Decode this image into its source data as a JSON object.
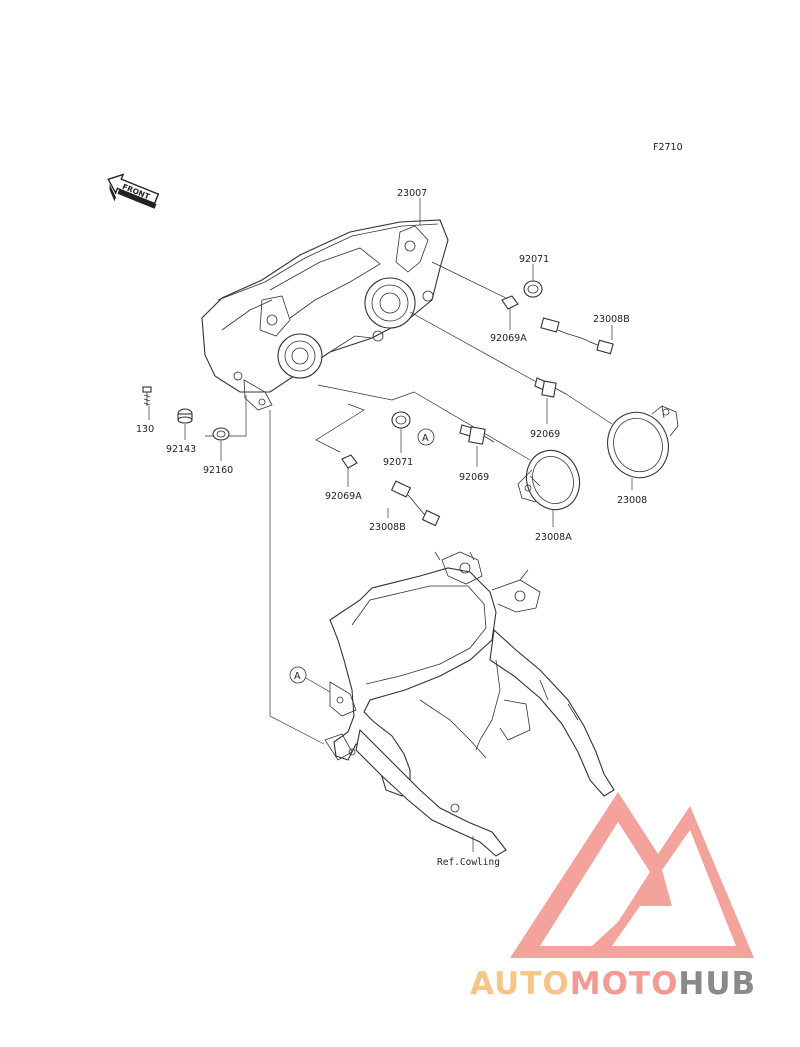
{
  "figure_code": "F2710",
  "direction_arrow": {
    "label": "FRONT",
    "icon": "front-arrow-icon"
  },
  "callout": "A",
  "parts": {
    "headlight_assembly": "23007",
    "grommet_upper": "92071",
    "bulb_small_upper": "92069A",
    "socket_upper": "23008B",
    "bulb_upper": "92069",
    "cover_right": "23008",
    "bolt": "130",
    "collar": "92143",
    "damper": "92160",
    "grommet_lower": "92071",
    "bulb_lower": "92069",
    "bulb_small_lower": "92069A",
    "socket_lower": "23008B",
    "cover_left": "23008A"
  },
  "ref_note": "Ref.Cowling",
  "watermark": {
    "part1": "AUTO",
    "part2": "MOTO",
    "part3": "HUB",
    "colors": {
      "auto": "#f7c48a",
      "moto": "#f29b93",
      "hub": "#8a8a8a",
      "triangle": "#f29b93"
    }
  }
}
